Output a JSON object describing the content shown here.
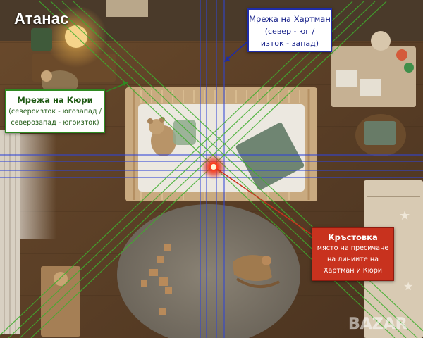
{
  "title": "Атанас",
  "labels": {
    "hartmann": {
      "title": "Мрежа на Хартман",
      "line1": "(север - юг /",
      "line2": "изток - запад)"
    },
    "curie": {
      "title": "Мрежа на Кюри",
      "line1": "(североизток - югозапад /",
      "line2": "северозапад - югоизток)"
    },
    "crossing": {
      "title": "Кръстовка",
      "line1": "място на пресичане",
      "line2": "на линиите на",
      "line3": "Хартман и Кюри"
    }
  },
  "watermark": "BAZAR",
  "colors": {
    "hartmann_line": "#3045d8",
    "curie_line": "#3fae2e",
    "crossing_box": "#c8321e",
    "crossing_point": "#ff2a10"
  },
  "icons": {
    "crossing_marker": "red-glow-dot"
  }
}
